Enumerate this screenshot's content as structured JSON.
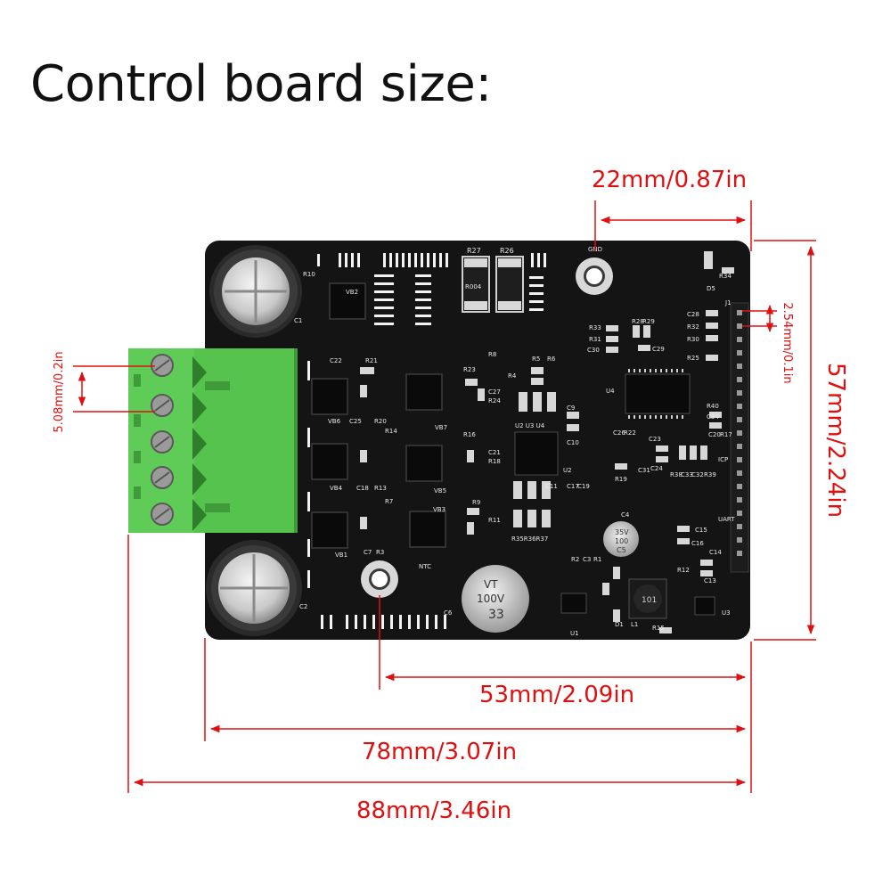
{
  "title": "Control board size:",
  "colors": {
    "dimension": "#e01010",
    "pcb": "#141414",
    "terminal": "#55c34e",
    "silkscreen": "#e8e8e8"
  },
  "dimensions": {
    "header_offset": "22mm/0.87in",
    "header_pitch": "2.54mm/0.1in",
    "height": "57mm/2.24in",
    "terminal_pitch": "5.08mm/0.2in",
    "hole_spacing": "53mm/2.09in",
    "board_width": "78mm/3.07in",
    "total_width": "88mm/3.46in"
  },
  "board_labels": {
    "gnd": "GND",
    "r27": "R27",
    "r26": "R26",
    "r004": "R004",
    "r10": "R10",
    "c1": "C1",
    "c2": "C2",
    "vb2": "VB2",
    "d5": "D5",
    "r34": "R34",
    "j1": "J1",
    "c28": "C28",
    "r32": "R32",
    "r30": "R30",
    "r25": "R25",
    "r33": "R33",
    "r31": "R31",
    "c30": "C30",
    "r28": "R28",
    "r29": "R29",
    "c29": "C29",
    "r8": "R8",
    "r5": "R5",
    "r6": "R6",
    "r4": "R4",
    "c22": "C22",
    "r21": "R21",
    "r23": "R23",
    "c27": "C27",
    "r24": "R24",
    "vb6": "VB6",
    "c25": "C25",
    "r20": "R20",
    "vb7": "VB7",
    "u4": "U4",
    "r40": "R40",
    "c34": "C34",
    "c9": "C9",
    "c10": "C10",
    "u2u3u4": "U2 U3 U4",
    "r14": "R14",
    "r16": "R16",
    "c21": "C21",
    "r18": "R18",
    "c26": "C26",
    "r22": "R22",
    "c23": "C23",
    "c20": "C20",
    "r17": "R17",
    "vb4": "VB4",
    "c18": "C18",
    "r13": "R13",
    "vb5": "VB5",
    "u2": "U2",
    "c11": "C11",
    "c17": "C17",
    "c19": "C19",
    "r19": "R19",
    "c31": "C31",
    "c24": "C24",
    "r38": "R38",
    "c33": "C33",
    "c32": "C32",
    "r39": "R39",
    "icp": "ICP",
    "r7": "R7",
    "vb3": "VB3",
    "r9": "R9",
    "r11": "R11",
    "r35r36r37": "R35R36R37",
    "c4": "C4",
    "cap_c5_a": "35V",
    "cap_c5_b": "100",
    "cap_c5_c": "C5",
    "c15": "C15",
    "c16": "C16",
    "uart": "UART",
    "vb1": "VB1",
    "c7": "C7",
    "r3": "R3",
    "ntc": "NTC",
    "r2": "R2",
    "c3": "C3",
    "r1": "R1",
    "c14": "C14",
    "r12": "R12",
    "c13": "C13",
    "u3": "U3",
    "c6": "C6",
    "cap_c6_a": "VT",
    "cap_c6_b": "100V",
    "cap_c6_c": "33",
    "u1": "U1",
    "d1": "D1",
    "l1": "L1",
    "inductor": "101",
    "r15": "R15"
  }
}
